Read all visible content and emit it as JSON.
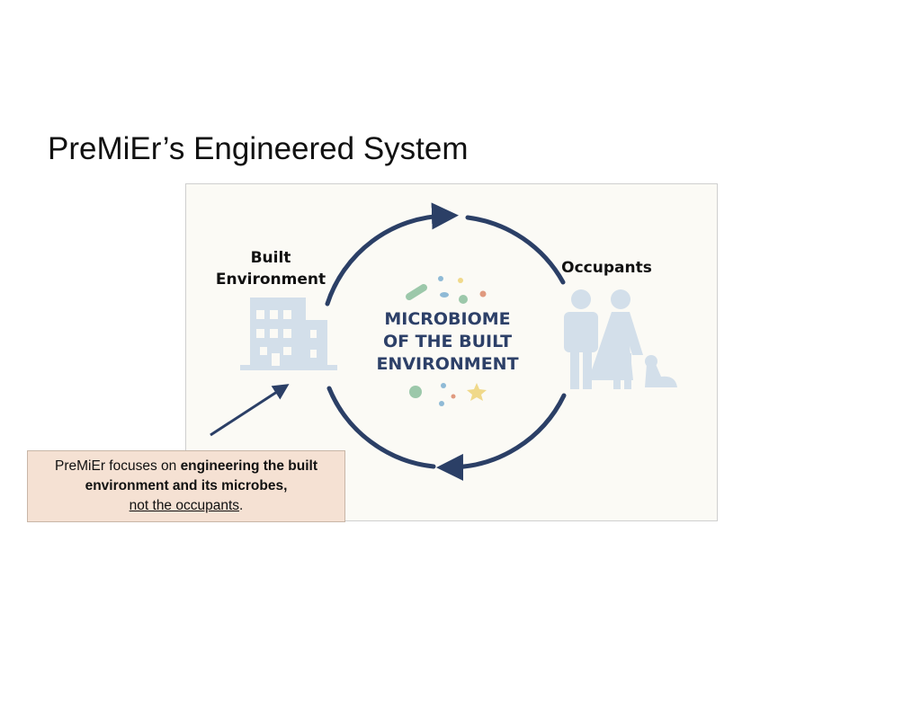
{
  "title": "PreMiEr’s Engineered System",
  "diagram": {
    "left_label_line1": "Built",
    "left_label_line2": "Environment",
    "right_label": "Occupants",
    "center_line1": "MICROBIOME",
    "center_line2": "OF THE BUILT",
    "center_line3": "ENVIRONMENT"
  },
  "callout": {
    "text_plain": "PreMiEr focuses on ",
    "text_bold": "engineering the built environment and its microbes,",
    "text_underline": "not the occupants",
    "text_end": "."
  },
  "colors": {
    "arrow": "#2b3f66",
    "icon": "#d3dfea",
    "callout_bg": "#f5e1d3"
  }
}
